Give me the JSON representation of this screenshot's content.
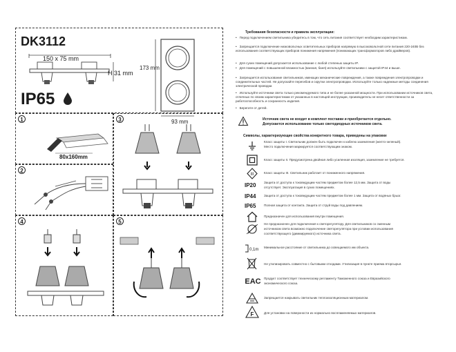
{
  "product": {
    "model": "DK3112",
    "dim_width_height": "150 x 75 mm",
    "dim_depth": "H 31 mm",
    "dim_side": "173 mm",
    "dim_bottom": "93 mm",
    "ip_rating": "IP65"
  },
  "steps": {
    "s1": "1",
    "s2": "2",
    "s3": "3",
    "s4": "4",
    "s5": "5",
    "cutout": "80x160mm"
  },
  "safety": {
    "title": "Требования безопасности и правила эксплуатации:",
    "bullets": [
      "Перед подключением светильника убедитесь в том, что сеть питания соответствует необходим характеристикам.",
      "Запрещается подключение низковольтных осветительных приборов напрямую в высоковольтной сети питания 220-240В без использования соответствующих приборов понижения напряжения (понижающих трансформаторов либо драйверов).",
      "Для сухих помещений допускается использование с любой степенью защиты IP.",
      "Для помещений с повышенной влажностью (ванная, баня) используйте светильники с защитой IP44 и выше.",
      "Запрещается использование светильников, имеющих механические повреждения, а также повреждения электропроводки и соединительных частей. Не допускайте перегибов и скрутки электропроводки. Используйте только надежные методы соединения электрической проводки.",
      "Используйте источники света только рекомендуемого типа и не более указанной мощности. При использовании источников света, отличных по своим характеристикам от указанных в настоящей инструкции, производитель не несет ответственности за работоспособность и сохранность изделия.",
      "Берегите от детей."
    ]
  },
  "notice": {
    "line1": "Источник света не входит в комплект поставки и приобретается отдельно.",
    "line2": "Допускается использование только светодиодных источников света."
  },
  "symbols": {
    "title": "Символы, характеризующие свойства конкретного товара, приведены на упаковке",
    "rows": [
      {
        "label": "",
        "lines": [
          "Класс защиты I. Светильник должен быть подключен к кабелю заземления (желто-зеленый).",
          "Место подключения маркируется соответствующим знаком."
        ]
      },
      {
        "label": "",
        "lines": [
          "Класс защиты II. Предусмотрена двойная либо усиленная изоляция, заземление не требуется."
        ]
      },
      {
        "label": "",
        "lines": [
          "Класс защиты III. Светильник работает от пониженного напряжения."
        ]
      },
      {
        "label": "IP20",
        "lines": [
          "Защита от доступа к токоведущим частям предметом более 12,5 мм. Защита от воды",
          "отсутствует. Эксплуатация в сухих помещениях."
        ]
      },
      {
        "label": "IP44",
        "lines": [
          "Защита от доступа к токоведущим частям предметом более 1 мм. Защита от водяных брызг."
        ]
      },
      {
        "label": "IP65",
        "lines": [
          "Полная защита от контакта. Защита от струй воды под давлением."
        ]
      },
      {
        "label": "",
        "lines": [
          "Предназначен для использования внутри помещения."
        ]
      },
      {
        "label": "",
        "lines": [
          "Не предназначен для подключения к светорегулятору. Для светильников со сменным",
          "источником света возможно подключение светорегулятора при условии использования",
          "соответствующего (диммируемого) источника света."
        ]
      },
      {
        "label": "",
        "lines": [
          "Минимальное расстояние от светильника до освещаемого им объекта."
        ]
      },
      {
        "label": "",
        "lines": [
          "Не утилизировать совместно с бытовыми отходами. Утилизация в пункте приема вторсырья."
        ]
      },
      {
        "label": "",
        "lines": [
          "Продукт соответствует техническому регламенту Таможенного союза и Евразийского",
          "экономического союза."
        ]
      },
      {
        "label": "",
        "lines": [
          "Запрещается накрывать светильник теплоизоляционным материалом."
        ]
      },
      {
        "label": "",
        "lines": [
          "Для установки на поверхности из нормально воспламеняемых материалов."
        ]
      }
    ]
  }
}
